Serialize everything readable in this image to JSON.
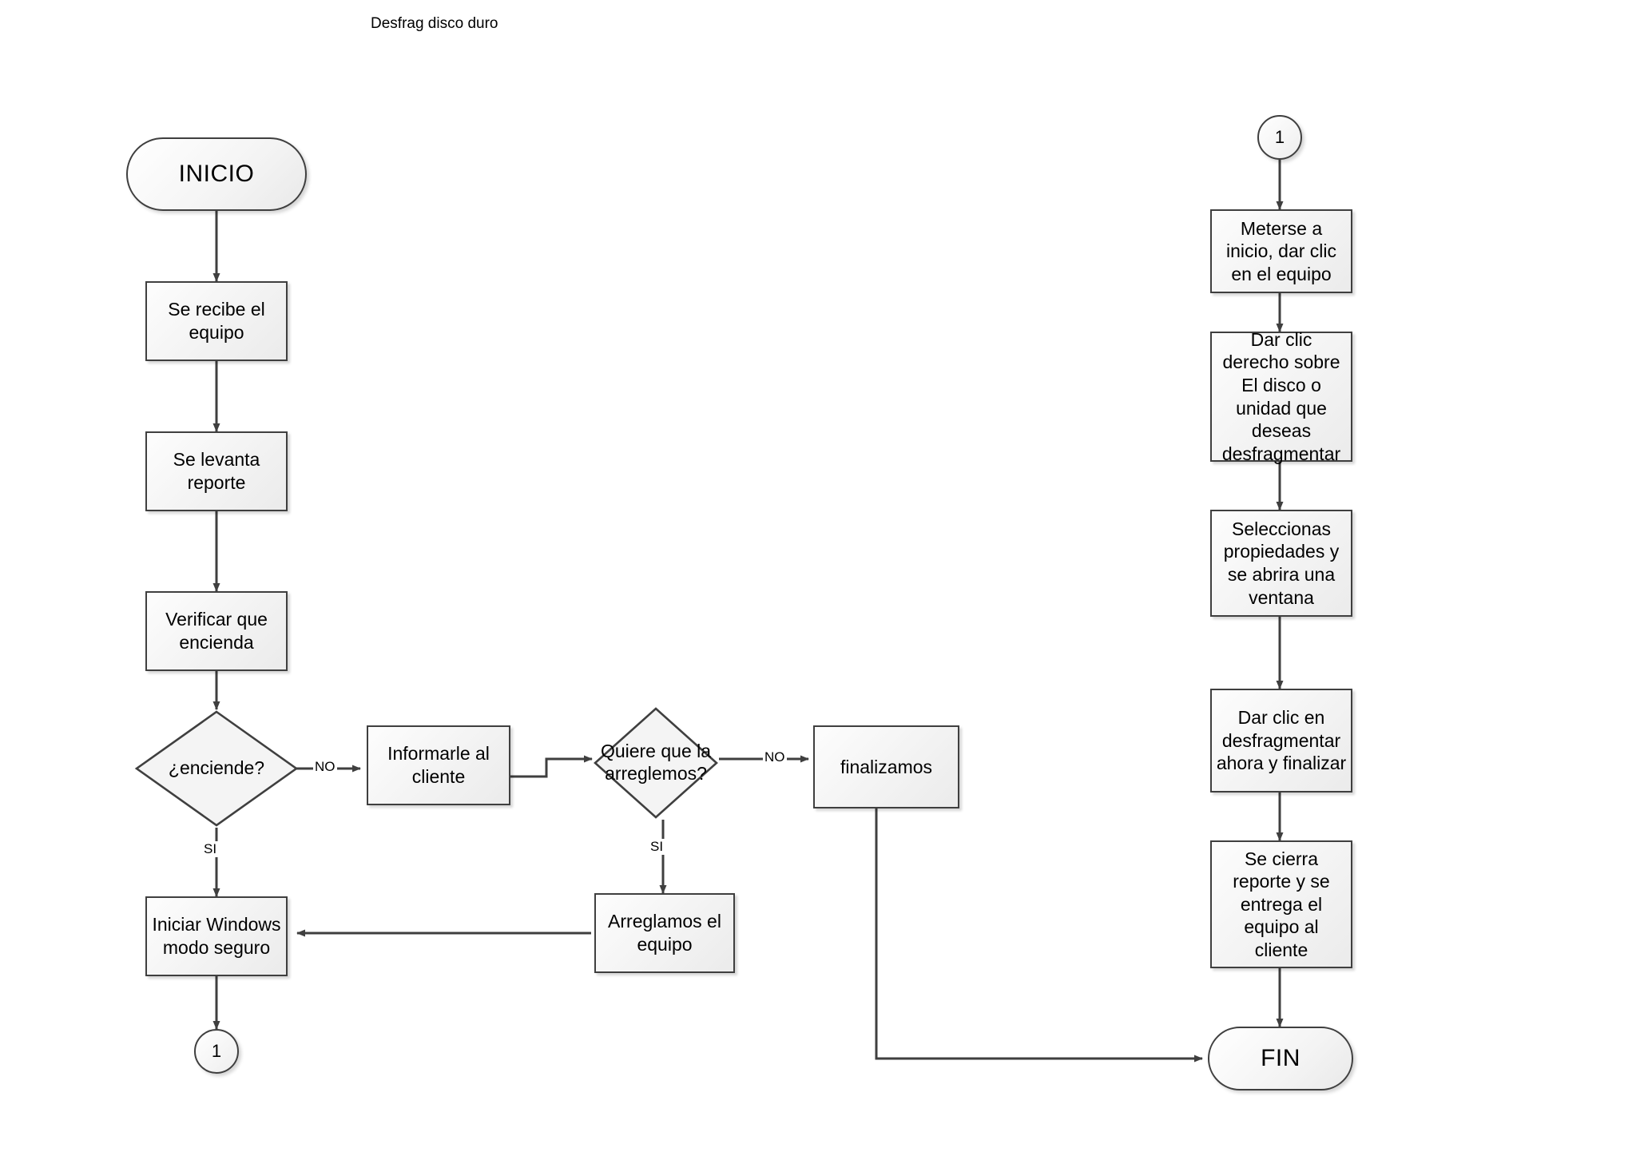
{
  "document": {
    "title": "Desfrag disco duro"
  },
  "colors": {
    "node_border": "#3f3f3f",
    "node_fill": "#f3f3f3",
    "edge": "#3f3f3f",
    "text": "#000000",
    "background": "#ffffff"
  },
  "chart_data": {
    "type": "diagram",
    "title": "Desfrag disco duro",
    "nodes": [
      {
        "id": "inicio",
        "label": "INICIO",
        "shape": "terminal"
      },
      {
        "id": "recibe",
        "label": "Se recibe el equipo",
        "shape": "process"
      },
      {
        "id": "reporte",
        "label": "Se levanta reporte",
        "shape": "process"
      },
      {
        "id": "verificar",
        "label": "Verificar que encienda",
        "shape": "process"
      },
      {
        "id": "enciende",
        "label": "¿enciende?",
        "shape": "decision"
      },
      {
        "id": "informar",
        "label": "Informarle al cliente",
        "shape": "process"
      },
      {
        "id": "arreglar",
        "label": "Quiere que la arreglemos?",
        "shape": "decision"
      },
      {
        "id": "finalizamos",
        "label": "finalizamos",
        "shape": "process"
      },
      {
        "id": "arreglamos",
        "label": "Arreglamos el equipo",
        "shape": "process"
      },
      {
        "id": "modoseguro",
        "label": "Iniciar Windows modo seguro",
        "shape": "process"
      },
      {
        "id": "conector1_out",
        "label": "1",
        "shape": "connector"
      },
      {
        "id": "conector1_in",
        "label": "1",
        "shape": "connector"
      },
      {
        "id": "meterse",
        "label": "Meterse a inicio, dar clic en el equipo",
        "shape": "process"
      },
      {
        "id": "clicderecho",
        "label": "Dar clic derecho sobre El disco o unidad  que deseas desfragmentar",
        "shape": "process"
      },
      {
        "id": "propiedades",
        "label": "Seleccionas propiedades y se abrira una ventana",
        "shape": "process"
      },
      {
        "id": "desfragahora",
        "label": "Dar clic en desfragmentar ahora y finalizar",
        "shape": "process"
      },
      {
        "id": "cierra",
        "label": "Se cierra reporte y se entrega el equipo al cliente",
        "shape": "process"
      },
      {
        "id": "fin",
        "label": "FIN",
        "shape": "terminal"
      }
    ],
    "edges": [
      {
        "from": "inicio",
        "to": "recibe",
        "label": ""
      },
      {
        "from": "recibe",
        "to": "reporte",
        "label": ""
      },
      {
        "from": "reporte",
        "to": "verificar",
        "label": ""
      },
      {
        "from": "verificar",
        "to": "enciende",
        "label": ""
      },
      {
        "from": "enciende",
        "to": "informar",
        "label": "NO"
      },
      {
        "from": "enciende",
        "to": "modoseguro",
        "label": "SI"
      },
      {
        "from": "informar",
        "to": "arreglar",
        "label": ""
      },
      {
        "from": "arreglar",
        "to": "finalizamos",
        "label": "NO"
      },
      {
        "from": "arreglar",
        "to": "arreglamos",
        "label": "SI"
      },
      {
        "from": "arreglamos",
        "to": "modoseguro",
        "label": ""
      },
      {
        "from": "modoseguro",
        "to": "conector1_out",
        "label": ""
      },
      {
        "from": "finalizamos",
        "to": "fin",
        "label": ""
      },
      {
        "from": "conector1_in",
        "to": "meterse",
        "label": ""
      },
      {
        "from": "meterse",
        "to": "clicderecho",
        "label": ""
      },
      {
        "from": "clicderecho",
        "to": "propiedades",
        "label": ""
      },
      {
        "from": "propiedades",
        "to": "desfragahora",
        "label": ""
      },
      {
        "from": "desfragahora",
        "to": "cierra",
        "label": ""
      },
      {
        "from": "cierra",
        "to": "fin",
        "label": ""
      }
    ],
    "edge_labels": {
      "enciende_no": "NO",
      "enciende_si": "SI",
      "arreglar_no": "NO",
      "arreglar_si": "SI"
    }
  },
  "nodes": {
    "inicio": "INICIO",
    "recibe": "Se recibe el equipo",
    "reporte": "Se levanta reporte",
    "verificar": "Verificar que encienda",
    "enciende": "¿enciende?",
    "informar": "Informarle al cliente",
    "arreglar": "Quiere que la arreglemos?",
    "finalizamos": "finalizamos",
    "arreglamos": "Arreglamos el equipo",
    "modoseguro": "Iniciar Windows modo seguro",
    "conector_out": "1",
    "conector_in": "1",
    "meterse": "Meterse a inicio, dar clic en el equipo",
    "clicderecho": "Dar clic derecho sobre El disco o unidad  que deseas desfragmentar",
    "propiedades": "Seleccionas propiedades y se abrira una ventana",
    "desfragahora": "Dar clic en desfragmentar ahora y finalizar",
    "cierra": "Se cierra reporte y se entrega el equipo al cliente",
    "fin": "FIN"
  },
  "labels": {
    "no1": "NO",
    "si1": "SI",
    "no2": "NO",
    "si2": "SI"
  }
}
